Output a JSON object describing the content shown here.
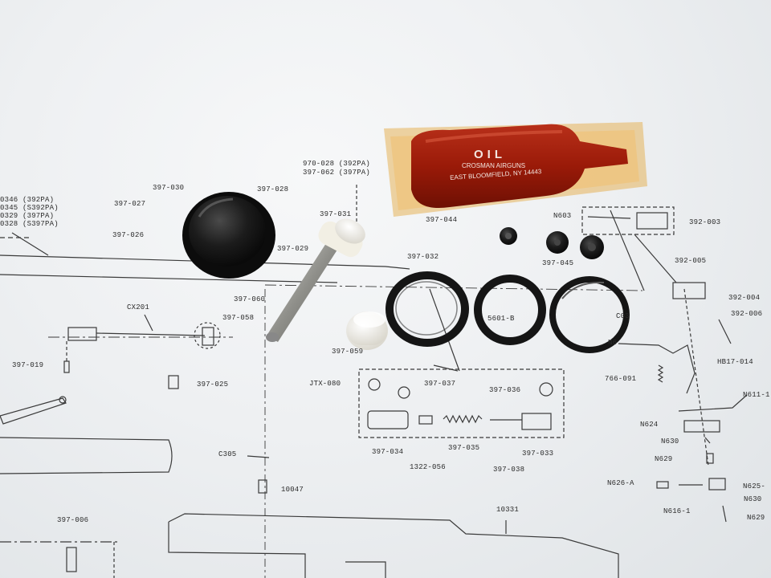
{
  "oil_packet": {
    "title": "OIL",
    "line1": "CROSMAN AIRGUNS",
    "line2": "EAST BLOOMFIELD, NY 14443"
  },
  "labels": {
    "l_970_028": "970-028 (392PA)",
    "l_397_062": "397-062 (397PA)",
    "l_397_030": "397-030",
    "l_397_027": "397-027",
    "l_397_026": "397-026",
    "l_397_028": "397-028",
    "l_397_029": "397-029",
    "l_397_031": "397-031",
    "l_0346": "0346 (392PA)",
    "l_0345": "0345 (S392PA)",
    "l_0329": "0329 (397PA)",
    "l_0328": "0328 (S397PA)",
    "l_397_044": "397-044",
    "l_397_032": "397-032",
    "l_397_045": "397-045",
    "l_N603": "N603",
    "l_392_003": "392-003",
    "l_392_005": "392-005",
    "l_392_004": "392-004",
    "l_392_006": "392-006",
    "l_HB17_014": "HB17-014",
    "l_CX201": "CX201",
    "l_397_060": "397-060",
    "l_397_058": "397-058",
    "l_397_059": "397-059",
    "l_397_019": "397-019",
    "l_397_025": "397-025",
    "l_5601_B": "5601-B",
    "l_C03": "C03",
    "l_N6": "N6",
    "l_766_091": "766-091",
    "l_N611_1": "N611-1",
    "l_JTX_080": "JTX-080",
    "l_397_037": "397-037",
    "l_397_036": "397-036",
    "l_397_034": "397-034",
    "l_397_035": "397-035",
    "l_397_033": "397-033",
    "l_1322_056": "1322-056",
    "l_397_038": "397-038",
    "l_N624": "N624",
    "l_N630a": "N630",
    "l_N629a": "N629",
    "l_C305": "C305",
    "l_10047": "10047",
    "l_N626_A": "N626-A",
    "l_N625": "N625-",
    "l_N616_1": "N616-1",
    "l_N630b": "N630",
    "l_N629b": "N629",
    "l_397_006": "397-006",
    "l_10331": "10331"
  }
}
